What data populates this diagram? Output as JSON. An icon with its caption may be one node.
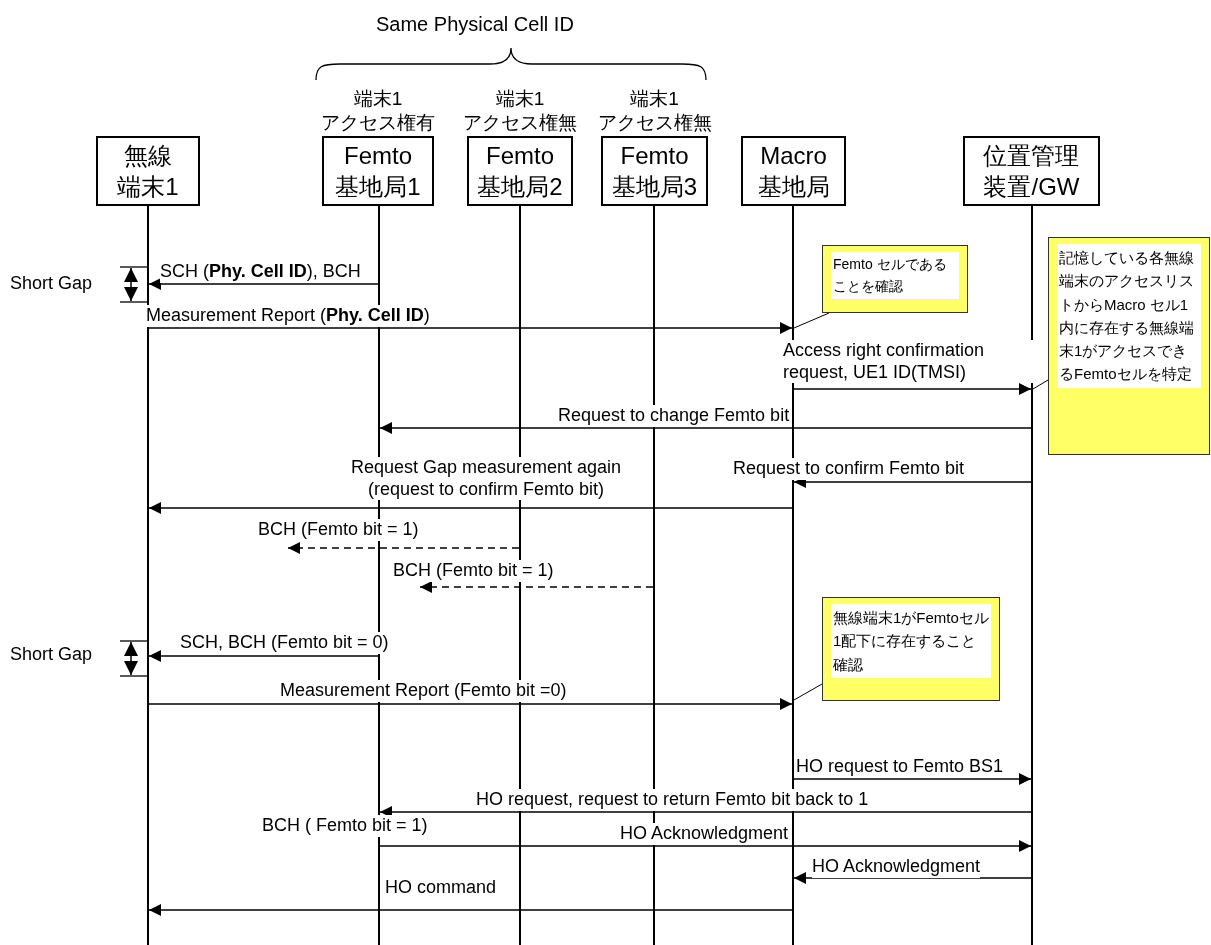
{
  "diagram": {
    "nodes": [
      {
        "text": [
          "無線端末1"
        ]
      },
      {
        "text": [
          "Femto 基地局1"
        ],
        "beside": [
          "端末1",
          "アクセス権有"
        ]
      },
      {
        "text": [
          "Femto 基地局2"
        ],
        "beside": [
          "端末1",
          "アクセス権無"
        ]
      },
      {
        "text": [
          "Femto 基地局3"
        ],
        "beside": [
          "端末1",
          "アクセス権無"
        ]
      },
      {
        "text": [
          "Macro 基地局"
        ]
      },
      {
        "text": [
          "位置管理装置/GW"
        ]
      },
      {
        "text": [],
        "shape": "bar"
      },
      {
        "text": [],
        "shape": "bar"
      },
      {
        "text": [],
        "shape": "bar"
      },
      {
        "text": [],
        "shape": "bar"
      },
      {
        "text": [],
        "shape": "bar"
      },
      {
        "text": [],
        "shape": "bar"
      },
      {
        "text": [
          "Femto セルであることを確認"
        ]
      },
      {
        "text": [
          "記憶している各無線端末のアクセスリストからMacro セル1内に存在する無線端末1がアクセスできるFemtoセルを特定"
        ]
      },
      {
        "text": [
          "無線端末1がFemtoセル1配下に存在すること確認"
        ]
      }
    ],
    "edges": [
      {
        "from": 7,
        "to": 6,
        "arrow": "to",
        "label": "SCH (**Phy. Cell ID**), BCH"
      },
      {
        "from": 6,
        "to": 10,
        "arrow": "to",
        "label": "Measurement Report (**Phy. Cell ID**)"
      },
      {
        "from": 10,
        "to": 11,
        "arrow": "to",
        "label": "Access right confirmation request, UE1 ID(TMSI)"
      },
      {
        "from": 11,
        "to": 7,
        "arrow": "to",
        "label": "Request to change Femto bit"
      },
      {
        "from": 11,
        "to": 10,
        "arrow": "to",
        "label": "Request to confirm Femto bit"
      },
      {
        "from": 10,
        "to": 6,
        "arrow": "to",
        "label": "Request Gap measurement again (request to confirm Femto bit)"
      },
      {
        "from": 8,
        "to": null,
        "arrow": "to",
        "label": "BCH (Femto bit = 1)",
        "style": "dashed"
      },
      {
        "from": 9,
        "to": null,
        "arrow": "to",
        "label": "BCH (Femto bit = 1)",
        "style": "dashed"
      },
      {
        "from": 7,
        "to": 6,
        "arrow": "to",
        "label": "SCH, BCH (Femto bit = 0)"
      },
      {
        "from": 6,
        "to": 10,
        "arrow": "to",
        "label": "Measurement Report (Femto bit =0)"
      },
      {
        "from": 10,
        "to": 11,
        "arrow": "to",
        "label": "HO request to Femto BS1"
      },
      {
        "from": 11,
        "to": 7,
        "arrow": "to",
        "label": "HO request, request to return Femto bit back to 1"
      },
      {
        "from": 7,
        "to": 11,
        "arrow": "to",
        "label": "HO Acknowledgment"
      },
      {
        "from": 11,
        "to": 10,
        "arrow": "to",
        "label": "HO Acknowledgment"
      },
      {
        "from": 10,
        "to": 6,
        "arrow": "to",
        "label": "HO command"
      },
      {
        "from": 12,
        "to": 10,
        "arrow": "none"
      },
      {
        "from": 13,
        "to": 11,
        "arrow": "none"
      },
      {
        "from": 14,
        "to": 10,
        "arrow": "none"
      }
    ],
    "labels": [
      "Same Physical Cell ID",
      "Short Gap",
      "Short Gap",
      "BCH ( Femto bit = 1)"
    ]
  }
}
